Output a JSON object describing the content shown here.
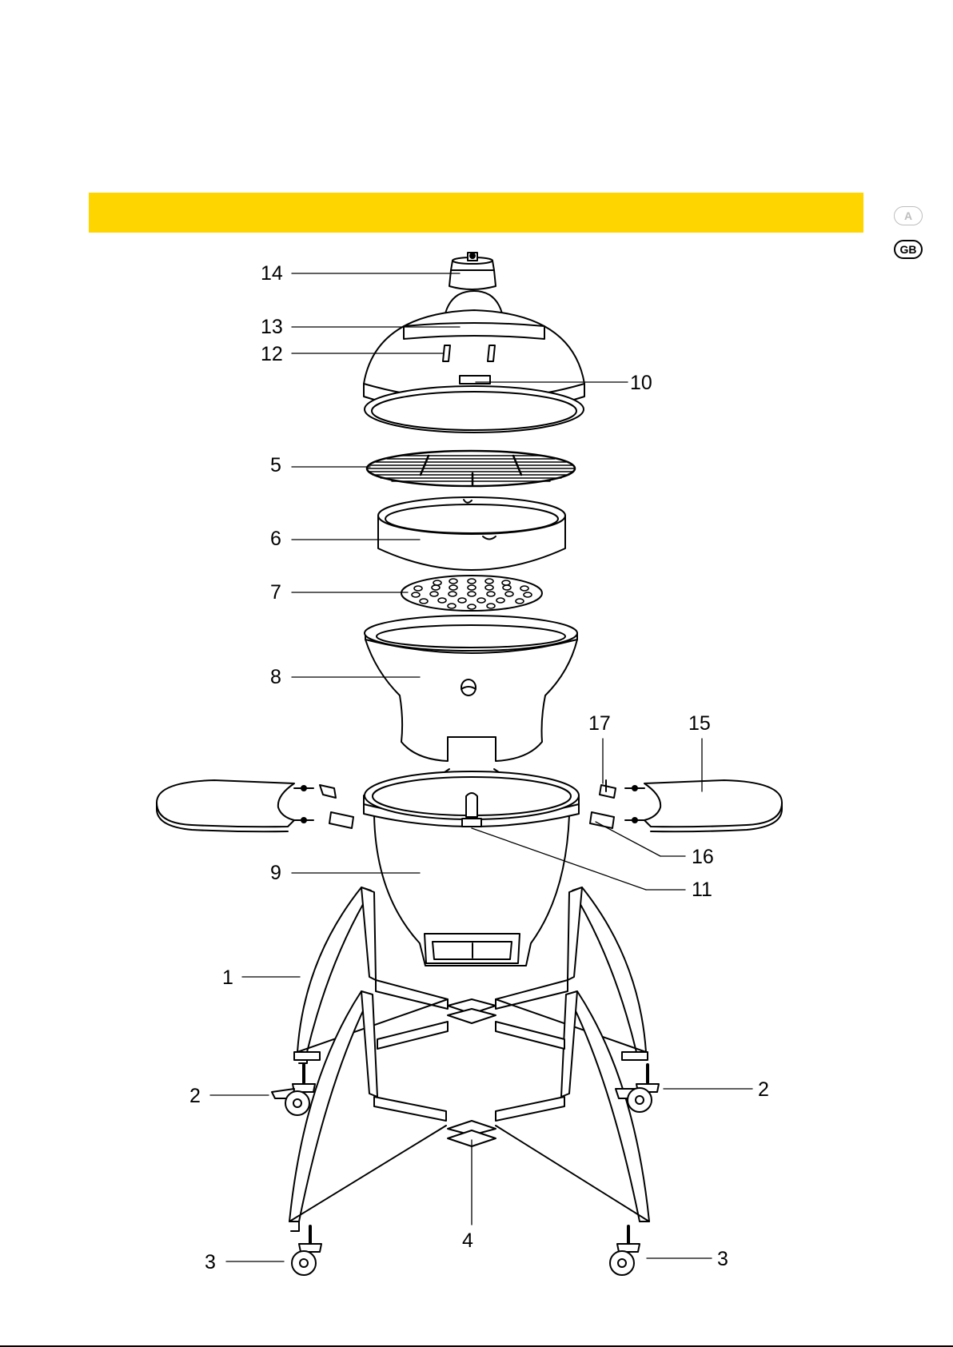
{
  "languages": [
    {
      "code": "A",
      "active": false
    },
    {
      "code": "GB",
      "active": true
    }
  ],
  "colors": {
    "accent_bar": "#FFD500"
  },
  "diagram": {
    "callouts": {
      "c14": "14",
      "c13": "13",
      "c12": "12",
      "c10": "10",
      "c5": "5",
      "c6": "6",
      "c7": "7",
      "c8": "8",
      "c17": "17",
      "c15": "15",
      "c16": "16",
      "c9": "9",
      "c11": "11",
      "c1": "1",
      "c2l": "2",
      "c2r": "2",
      "c3l": "3",
      "c3r": "3",
      "c4": "4"
    }
  }
}
